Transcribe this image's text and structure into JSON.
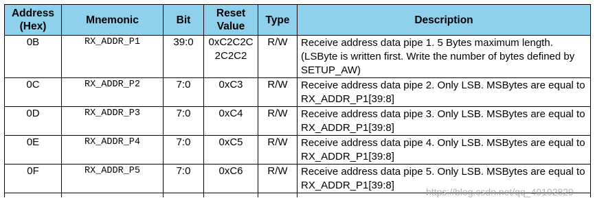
{
  "headers": [
    "Address (Hex)",
    "Mnemonic",
    "Bit",
    "Reset Value",
    "Type",
    "Description"
  ],
  "header_bg": "#8fd0ec",
  "rows": [
    {
      "address": "0B",
      "mnemonic": "RX_ADDR_P1",
      "bit": "39:0",
      "reset_value": "0xC2C2C2C2C2",
      "type": "R/W",
      "description": "Receive address data pipe 1. 5 Bytes maximum length. (LSByte is written first. Write the number of bytes defined by SETUP_AW)"
    },
    {
      "address": "0C",
      "mnemonic": "RX_ADDR_P2",
      "bit": "7:0",
      "reset_value": "0xC3",
      "type": "R/W",
      "description": "Receive address data pipe 2. Only LSB. MSBytes are equal to RX_ADDR_P1[39:8]"
    },
    {
      "address": "0D",
      "mnemonic": "RX_ADDR_P3",
      "bit": "7:0",
      "reset_value": "0xC4",
      "type": "R/W",
      "description": "Receive address data pipe 3. Only LSB. MSBytes are equal to RX_ADDR_P1[39:8]"
    },
    {
      "address": "0E",
      "mnemonic": "RX_ADDR_P4",
      "bit": "7:0",
      "reset_value": "0xC5",
      "type": "R/W",
      "description": "Receive address data pipe 4. Only LSB. MSBytes are equal to RX_ADDR_P1[39:8]"
    },
    {
      "address": "0F",
      "mnemonic": "RX_ADDR_P5",
      "bit": "7:0",
      "reset_value": "0xC6",
      "type": "R/W",
      "description": "Receive address data pipe 5. Only LSB. MSBytes are equal to RX_ADDR_P1[39:8]"
    }
  ],
  "watermark": "https://blog.csdn.net/qq_40102829"
}
